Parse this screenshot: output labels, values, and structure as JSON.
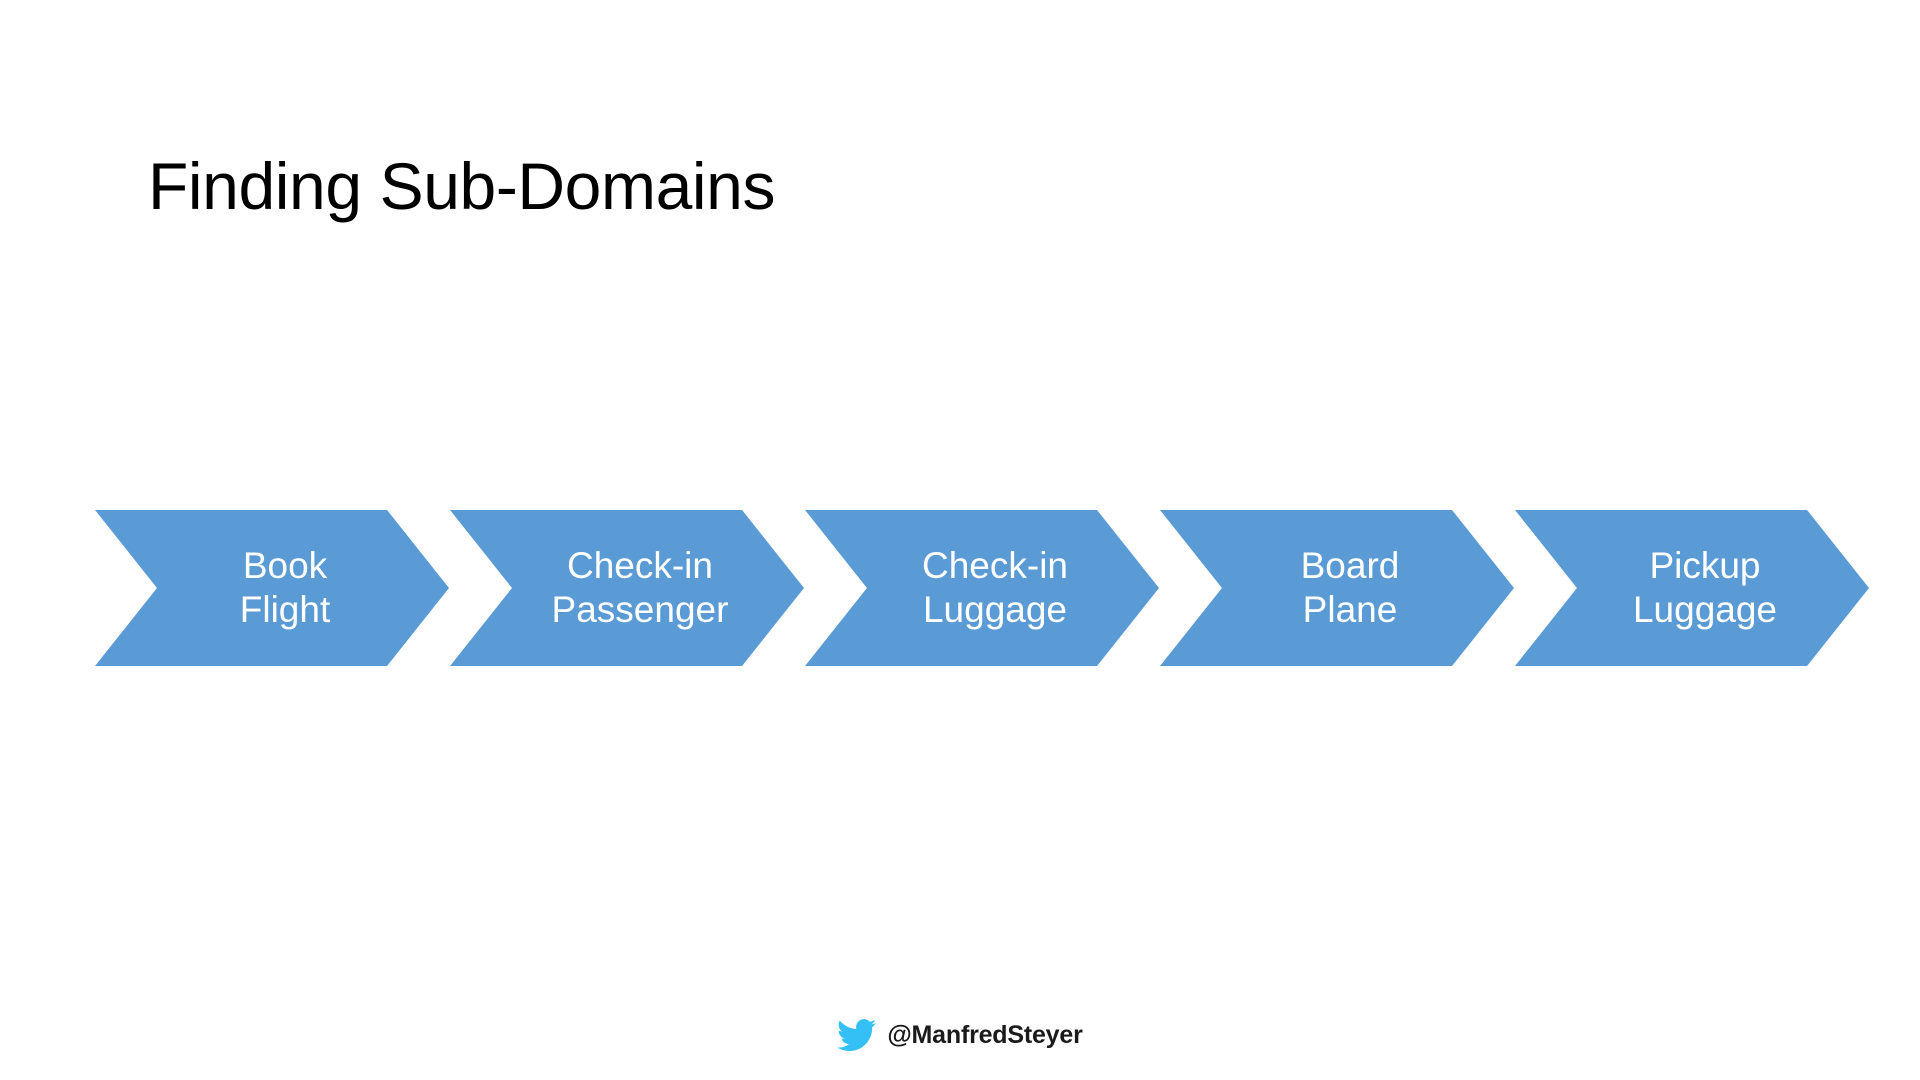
{
  "slide": {
    "title": "Finding Sub-Domains",
    "background_color": "#FFFFFF",
    "title_color": "#000000"
  },
  "process": {
    "accent_color": "#5B9BD5",
    "label_color": "#FFFFFF",
    "steps": [
      {
        "id": "book-flight",
        "line1": "Book",
        "line2": "Flight",
        "label": "Book\nFlight"
      },
      {
        "id": "check-in-passenger",
        "line1": "Check-in",
        "line2": "Passenger",
        "label": "Check-in\nPassenger"
      },
      {
        "id": "check-in-luggage",
        "line1": "Check-in",
        "line2": "Luggage",
        "label": "Check-in\nLuggage"
      },
      {
        "id": "board-plane",
        "line1": "Board",
        "line2": "Plane",
        "label": "Board\nPlane"
      },
      {
        "id": "pickup-luggage",
        "line1": "Pickup",
        "line2": "Luggage",
        "label": "Pickup\nLuggage"
      }
    ]
  },
  "footer": {
    "icon": "twitter-bird-icon",
    "icon_color": "#35C0F5",
    "handle": "@ManfredSteyer"
  }
}
